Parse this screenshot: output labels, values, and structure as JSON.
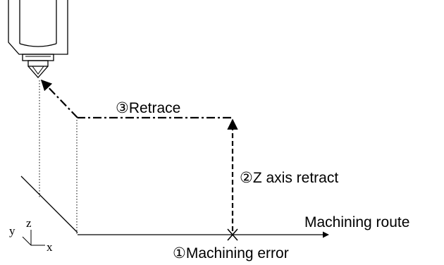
{
  "labels": {
    "retrace": "③Retrace",
    "z_retract": "②Z axis retract",
    "route": "Machining route",
    "error": "①Machining error"
  },
  "axes": {
    "z": "z",
    "y": "y",
    "x": "x"
  },
  "colors": {
    "ink": "#000000",
    "background": "#ffffff"
  }
}
